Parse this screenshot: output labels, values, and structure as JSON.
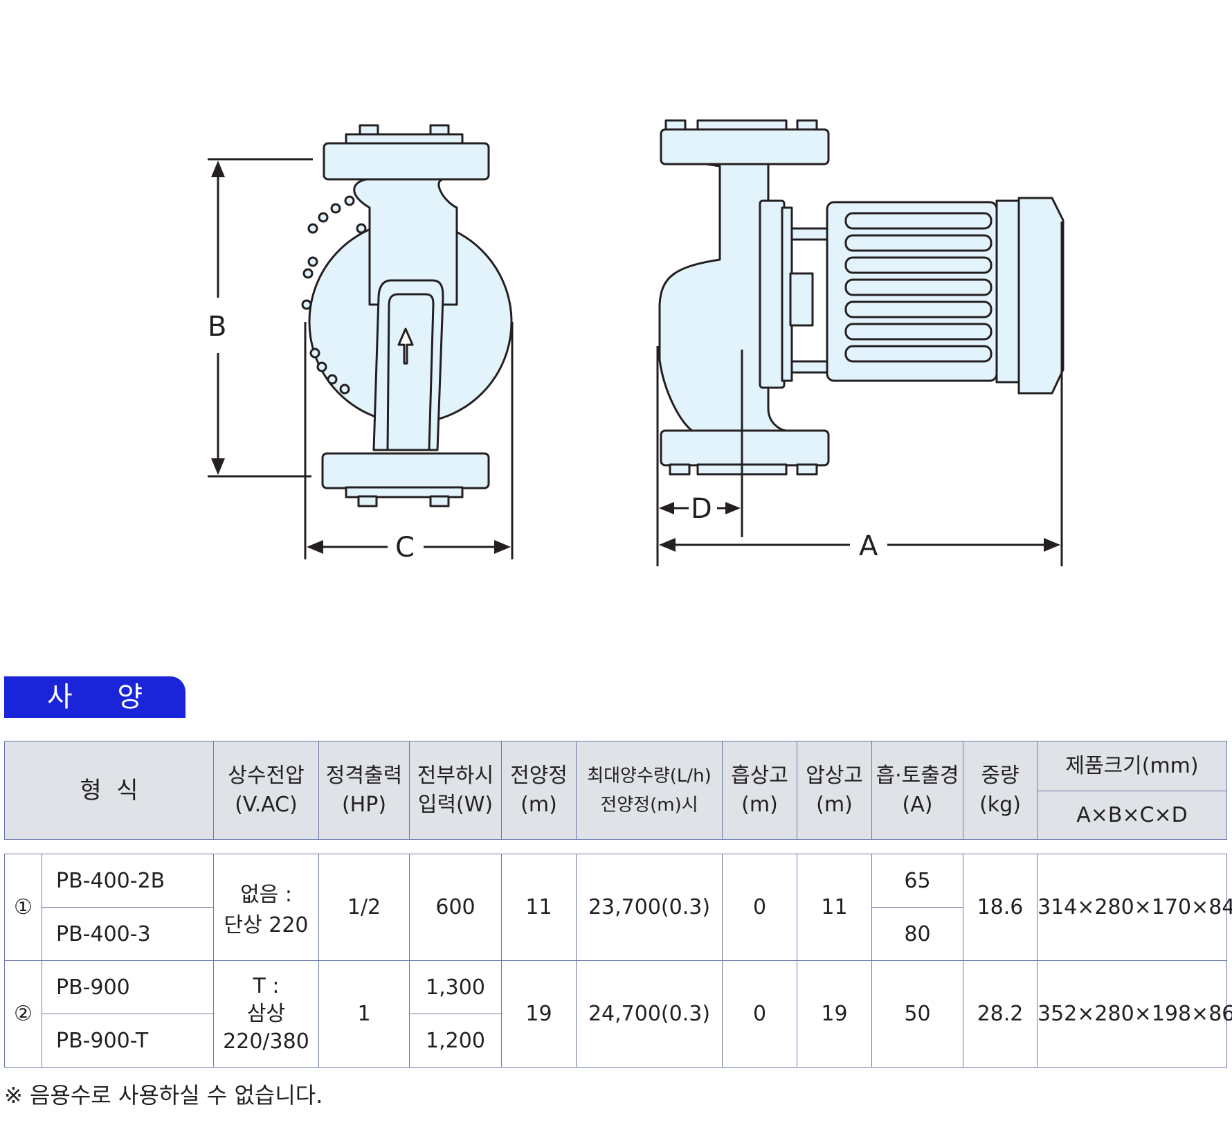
{
  "drawing": {
    "dim_b": "B",
    "dim_c": "C",
    "dim_d": "D",
    "dim_a": "A"
  },
  "spec_badge": "사 양",
  "table": {
    "headers": {
      "model": "형  식",
      "voltage_1": "상수전압",
      "voltage_2": "(V.AC)",
      "output_1": "정격출력",
      "output_2": "(HP)",
      "input_1": "전부하시",
      "input_2": "입력(W)",
      "head_1": "전양정",
      "head_2": "(m)",
      "flow_1": "최대양수량(L/h)",
      "flow_2": "전양정(m)시",
      "suction_1": "흡상고",
      "suction_2": "(m)",
      "pressure_1": "압상고",
      "pressure_2": "(m)",
      "bore_1": "흡·토출경",
      "bore_2": "(A)",
      "weight_1": "중량",
      "weight_2": "(kg)",
      "size_1": "제품크기(mm)",
      "size_2": "A×B×C×D"
    },
    "groups": [
      {
        "index": "①",
        "models": [
          "PB-400-2B",
          "PB-400-3"
        ],
        "output": "1/2",
        "input": "600",
        "head": "11",
        "flow": "23,700(0.3)",
        "suction": "0",
        "pressure": "11",
        "bore": [
          "65",
          "80"
        ],
        "weight": "18.6",
        "size": "314×280×170×84"
      },
      {
        "index": "②",
        "models": [
          "PB-900",
          "PB-900-T"
        ],
        "output": "1",
        "input": [
          "1,300",
          "1,200"
        ],
        "head": "19",
        "flow": "24,700(0.3)",
        "suction": "0",
        "pressure": "19",
        "bore": "50",
        "weight": "28.2",
        "size": "352×280×198×86"
      }
    ],
    "voltage_group1_a": "없음 :",
    "voltage_group1_b": "단상 220",
    "voltage_group2_a": "T :",
    "voltage_group2_b": "삼상",
    "voltage_group2_c": "220/380"
  },
  "footnote": "※ 음용수로 사용하실 수 없습니다.",
  "colors": {
    "badge": "#1a25d9",
    "pump_fill": "#e3f3fb",
    "header_fill": "#dfe3e8",
    "table_border": "#6b78a8"
  }
}
